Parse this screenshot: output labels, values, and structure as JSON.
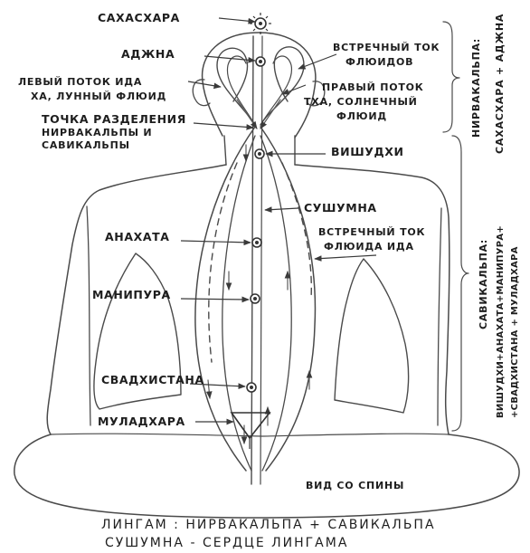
{
  "labels": {
    "sahasrara": "САХАСХАРА",
    "ajna": "АДЖНА",
    "left_flow_line1": "ЛЕВЫЙ ПОТОК ИДА",
    "left_flow_line2": "ХА, ЛУННЫЙ ФЛЮИД",
    "counter_flow_top_line1": "ВСТРЕЧНЫЙ ТОК",
    "counter_flow_top_line2": "ФЛЮИДОВ",
    "right_flow_line1": "ПРАВЫЙ ПОТОК",
    "right_flow_line2": "ТХА, СОЛНЕЧНЫЙ",
    "right_flow_line3": "ФЛЮИД",
    "split_point_line1": "ТОЧКА РАЗДЕЛЕНИЯ",
    "split_point_line2": "НИРВАКАЛЬПЫ И",
    "split_point_line3": "САВИКАЛЬПЫ",
    "vishuddhi": "ВИШУДХИ",
    "sushumna": "СУШУМНА",
    "anahata": "АНАХАТА",
    "counter_flow_ida_line1": "ВСТРЕЧНЫЙ ТОК",
    "counter_flow_ida_line2": "ФЛЮИДА ИДА",
    "manipura": "МАНИПУРА",
    "svadhisthana": "СВАДХИСТАНА",
    "muladhara": "МУЛАДХАРА",
    "back_view": "ВИД СО СПИНЫ",
    "nirvakalpa_line1": "НИРВАКАЛЬПА:",
    "nirvakalpa_line2": "САХАСХАРА + АДЖНА",
    "savikalpa_line1": "САВИКАЛЬПА:",
    "savikalpa_line2": "ВИШУДХИ+АНАХАТА+МАНИПУРА+",
    "savikalpa_line3": "+СВАДХИСТАНА + МУЛАДХАРА",
    "caption_line1": "ЛИНГАМ : НИРВАКАЛЬПА + САВИКАЛЬПА",
    "caption_line2": "СУШУМНА - СЕРДЦЕ ЛИНГАМА"
  },
  "colors": {
    "ink": "#4a4a4a",
    "text": "#1e1e1e",
    "background": "#ffffff"
  }
}
